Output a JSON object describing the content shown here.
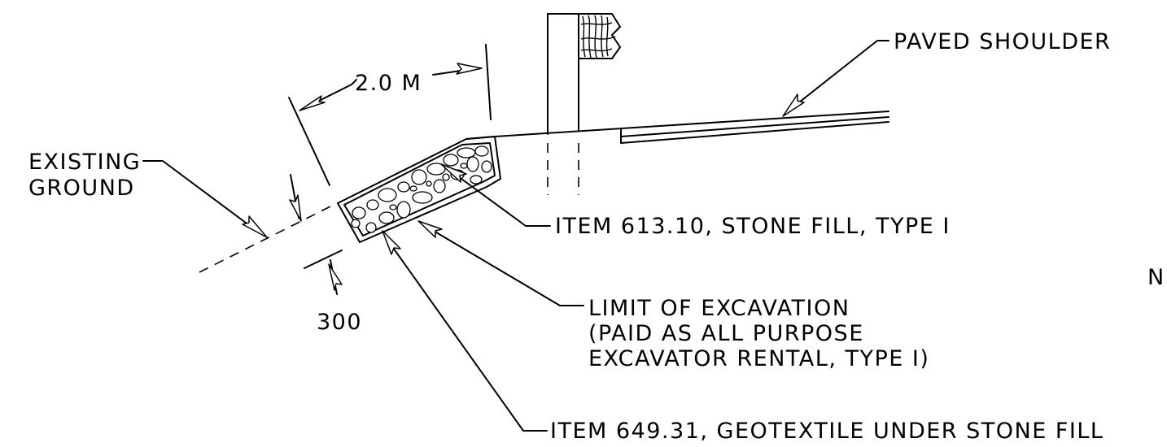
{
  "labels": {
    "paved_shoulder": "PAVED SHOULDER",
    "dimension_width": "2.0 M",
    "existing_ground_line1": "EXISTING",
    "existing_ground_line2": "GROUND",
    "stone_fill": "ITEM 613.10, STONE FILL, TYPE I",
    "limit_line1": "LIMIT OF EXCAVATION",
    "limit_line2": "(PAID AS ALL PURPOSE",
    "limit_line3": "EXCAVATOR RENTAL, TYPE I)",
    "dimension_depth": "300",
    "geotextile": "ITEM 649.31, GEOTEXTILE UNDER STONE FILL",
    "edge_letter": "N"
  }
}
